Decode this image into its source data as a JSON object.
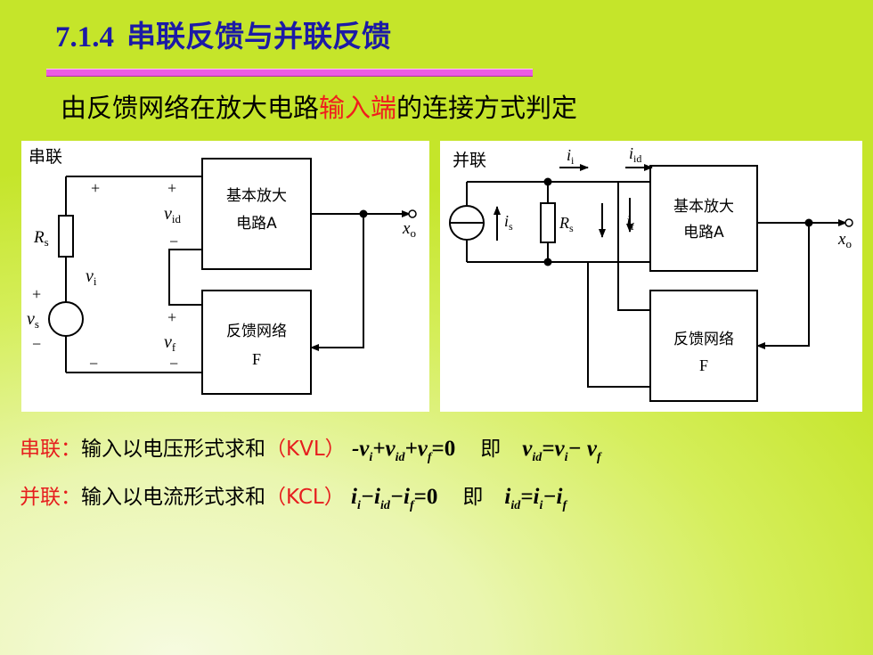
{
  "slide": {
    "section_number": "7.1.4",
    "title": "串联反馈与并联反馈",
    "subtitle_pre": "由反馈网络在放大电路",
    "subtitle_highlight": "输入端",
    "subtitle_post": "的连接方式判定"
  },
  "series_circuit": {
    "label": "串联",
    "amp_line1": "基本放大",
    "amp_line2": "电路A",
    "fb_line1": "反馈网络",
    "fb_line2": "F",
    "rs": "R",
    "rs_sub": "s",
    "vi": "v",
    "vi_sub": "i",
    "vs": "v",
    "vs_sub": "s",
    "vid": "v",
    "vid_sub": "id",
    "vf": "v",
    "vf_sub": "f",
    "xo": "x",
    "xo_sub": "o",
    "plus": "+",
    "minus": "−"
  },
  "parallel_circuit": {
    "label": "并联",
    "amp_line1": "基本放大",
    "amp_line2": "电路A",
    "fb_line1": "反馈网络",
    "fb_line2": "F",
    "is": "i",
    "is_sub": "s",
    "rs": "R",
    "rs_sub": "s",
    "ii": "i",
    "ii_sub": "i",
    "iid": "i",
    "iid_sub": "id",
    "if": "i",
    "if_sub": "f",
    "xo": "x",
    "xo_sub": "o"
  },
  "formulas": {
    "series": {
      "label": "串联：",
      "text": "输入以电压形式求和",
      "law": "（KVL）",
      "eq1_t1": "-v",
      "eq1_s1": "i",
      "eq1_t2": "+v",
      "eq1_s2": "id",
      "eq1_t3": "+v",
      "eq1_s3": "f",
      "eq1_end": "=0",
      "ji": "即",
      "eq2_t1": "v",
      "eq2_s1": "id",
      "eq2_t2": "=v",
      "eq2_s2": "i",
      "eq2_t3": "− v",
      "eq2_s3": "f"
    },
    "parallel": {
      "label": "并联：",
      "text": "输入以电流形式求和",
      "law": "（KCL）",
      "eq1_t1": "i",
      "eq1_s1": "i",
      "eq1_t2": "−i",
      "eq1_s2": "id",
      "eq1_t3": "−i",
      "eq1_s3": "f",
      "eq1_end": "=0",
      "ji": "即",
      "eq2_t1": "i",
      "eq2_s1": "id",
      "eq2_t2": "=i",
      "eq2_s2": "i",
      "eq2_t3": "−i",
      "eq2_s3": "f"
    }
  },
  "colors": {
    "title": "#1c1aa6",
    "highlight": "#f01d1d",
    "rule": "#ec5be2"
  }
}
